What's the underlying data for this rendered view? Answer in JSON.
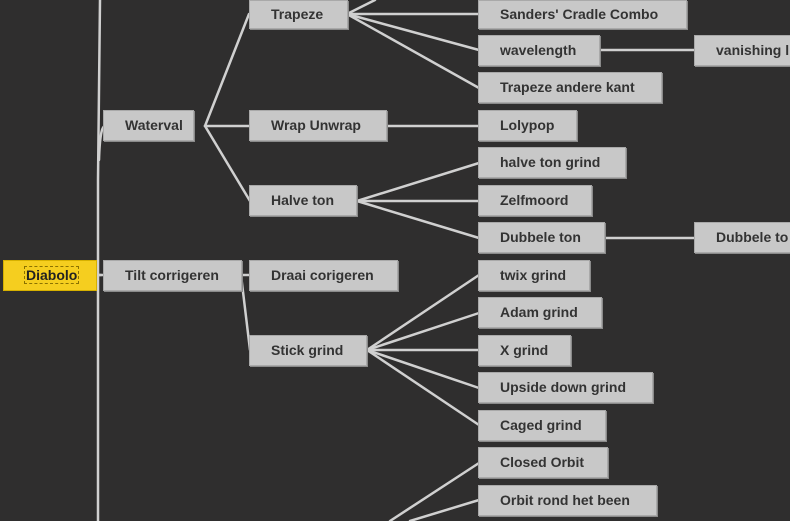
{
  "mindmap": {
    "root": "Diabolo",
    "branches": {
      "waterval": "Waterval",
      "tilt": "Tilt corrigeren"
    },
    "nodes": {
      "trapeze": "Trapeze",
      "wrap_unwrap": "Wrap Unwrap",
      "halve_ton": "Halve ton",
      "draai_corigeren": "Draai corigeren",
      "stick_grind": "Stick grind",
      "sanders_cradle": "Sanders' Cradle Combo",
      "wavelength": "wavelength",
      "vanishing": "vanishing l",
      "trapeze_andere_kant": "Trapeze andere kant",
      "lolypop": "Lolypop",
      "halve_ton_grind": "halve ton grind",
      "zelfmoord": "Zelfmoord",
      "dubbele_ton": "Dubbele ton",
      "dubbele_to": "Dubbele to",
      "twix_grind": "twix grind",
      "adam_grind": "Adam grind",
      "x_grind": "X grind",
      "upside_down_grind": "Upside down grind",
      "caged_grind": "Caged grind",
      "closed_orbit": "Closed Orbit",
      "orbit_rond": "Orbit rond het been"
    }
  },
  "colors": {
    "background": "#2f2e2e",
    "node": "#c8c8c8",
    "root": "#f5ce1f",
    "link": "#d0d0d0"
  }
}
